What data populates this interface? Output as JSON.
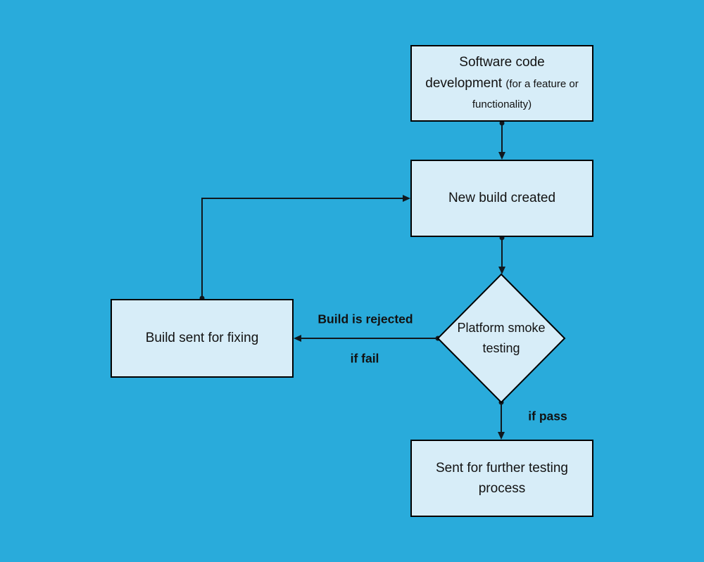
{
  "colors": {
    "background": "#29ABDB",
    "node_fill": "#D7EDF8",
    "node_border": "#000000",
    "line": "#10181E",
    "text": "#121212"
  },
  "nodes": {
    "development": {
      "label_main": "Software code development",
      "label_note": "(for a feature or functionality)"
    },
    "new_build": {
      "label": "New build created"
    },
    "smoke_testing": {
      "label": "Platform smoke testing"
    },
    "fixing": {
      "label": "Build sent for fixing"
    },
    "further_testing": {
      "label": "Sent for further testing process"
    }
  },
  "edge_labels": {
    "rejected": "Build is rejected",
    "if_fail": "if fail",
    "if_pass": "if pass"
  }
}
